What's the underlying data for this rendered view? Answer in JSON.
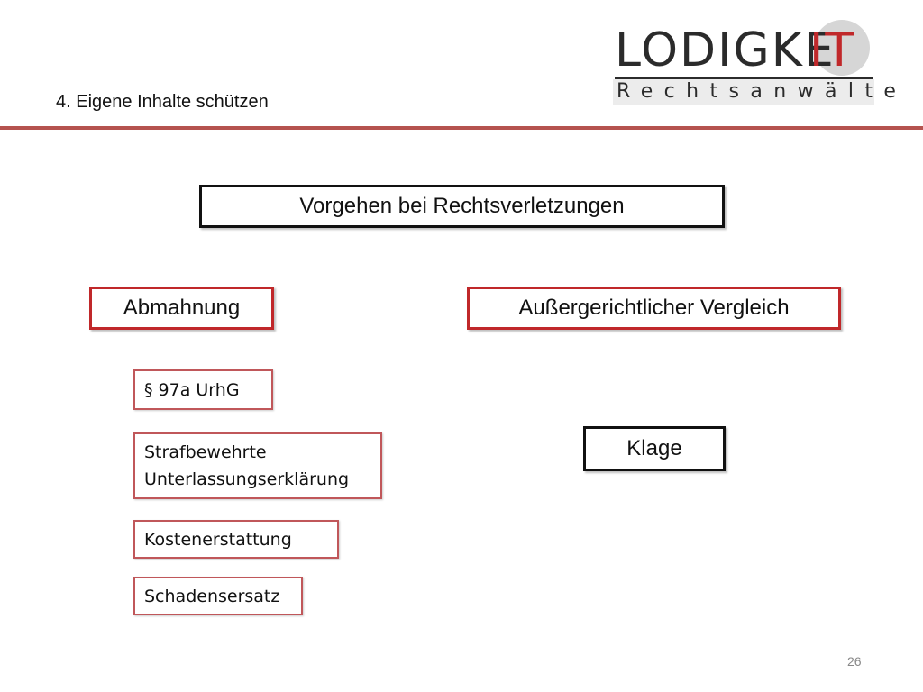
{
  "header": {
    "section_title": "4. Eigene Inhalte schützen",
    "logo": {
      "main": "LODIGKE",
      "accent": "IT",
      "subtitle": "Rechtsanwälte",
      "accent_color": "#c0282a"
    }
  },
  "diagram": {
    "main": "Vorgehen bei Rechtsverletzungen",
    "abmahnung": {
      "label": "Abmahnung",
      "items": [
        "§ 97a UrhG",
        "Strafbewehrte Unterlassungserklärung",
        "Kostenerstattung",
        "Schadensersatz"
      ]
    },
    "vergleich": "Außergerichtlicher Vergleich",
    "klage": "Klage"
  },
  "footer": {
    "page_number": "26"
  }
}
